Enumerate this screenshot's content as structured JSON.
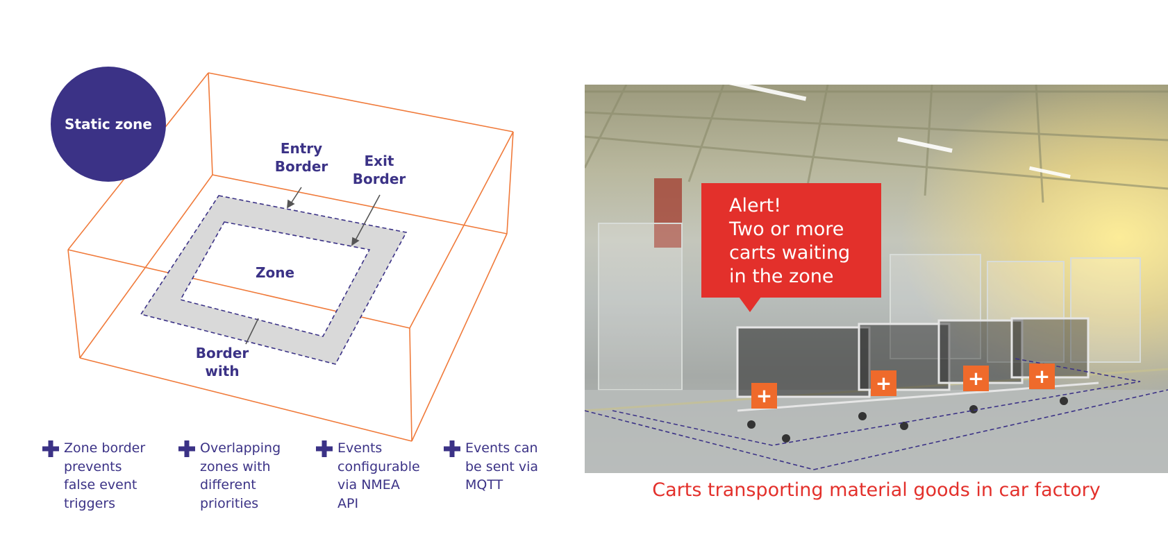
{
  "diagram": {
    "badge": "Static zone",
    "entry_border": "Entry\nBorder",
    "exit_border": "Exit\nBorder",
    "zone": "Zone",
    "border_with": "Border\nwith",
    "colors": {
      "navy": "#3b3286",
      "orange": "#f07a3a",
      "border_gray": "#d9d9d9"
    }
  },
  "features": [
    {
      "icon": "plus-icon",
      "text": "Zone border\nprevents\nfalse event\ntriggers"
    },
    {
      "icon": "plus-icon",
      "text": "Overlapping\nzones with\ndifferent\npriorities"
    },
    {
      "icon": "plus-icon",
      "text": "Events\nconfigurable\nvia NMEA\nAPI"
    },
    {
      "icon": "plus-icon",
      "text": "Events can\nbe sent via\nMQTT"
    }
  ],
  "photo": {
    "alert": "Alert!\nTwo or more\ncarts waiting\nin the zone",
    "markers": [
      "+",
      "+",
      "+",
      "+"
    ],
    "caption": "Carts transporting material goods in car factory",
    "colors": {
      "alert_red": "#e3302b",
      "marker_orange": "#ef6a2b"
    }
  }
}
